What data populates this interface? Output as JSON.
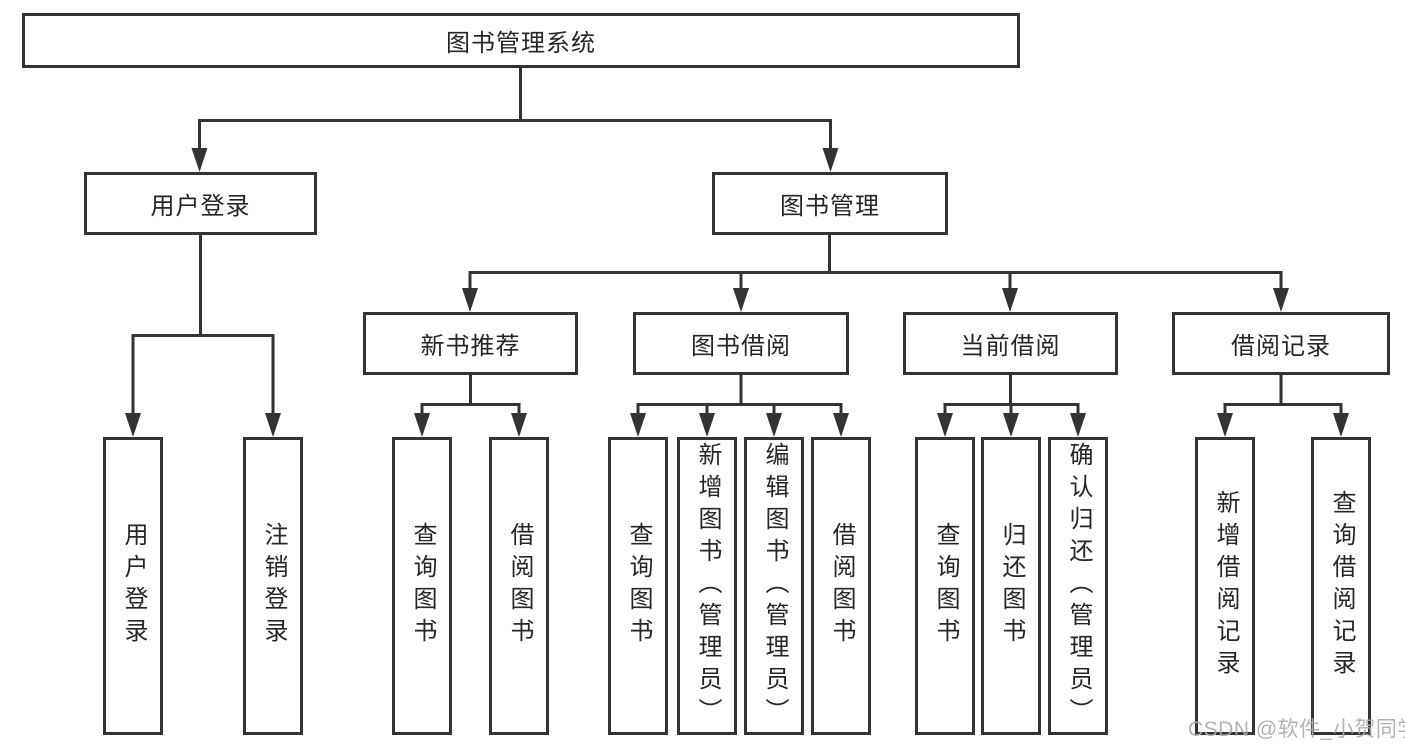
{
  "tree": {
    "root": {
      "label": "图书管理系统"
    },
    "children": [
      {
        "label": "用户登录",
        "children": [
          {
            "label": "用户登录"
          },
          {
            "label": "注销登录"
          }
        ]
      },
      {
        "label": "图书管理",
        "children": [
          {
            "label": "新书推荐",
            "children": [
              {
                "label": "查询图书"
              },
              {
                "label": "借阅图书"
              }
            ]
          },
          {
            "label": "图书借阅",
            "children": [
              {
                "label": "查询图书"
              },
              {
                "label": "新增图书（管理员）"
              },
              {
                "label": "编辑图书（管理员）"
              },
              {
                "label": "借阅图书"
              }
            ]
          },
          {
            "label": "当前借阅",
            "children": [
              {
                "label": "查询图书"
              },
              {
                "label": "归还图书"
              },
              {
                "label": "确认归还（管理员）"
              }
            ]
          },
          {
            "label": "借阅记录",
            "children": [
              {
                "label": "新增借阅记录"
              },
              {
                "label": "查询借阅记录"
              }
            ]
          }
        ]
      }
    ]
  },
  "watermark": {
    "text": "CSDN @软件_小贺同学"
  },
  "colors": {
    "line": "#333333",
    "text": "#262626",
    "box_background": "#ffffff",
    "watermark": "#acacac"
  }
}
